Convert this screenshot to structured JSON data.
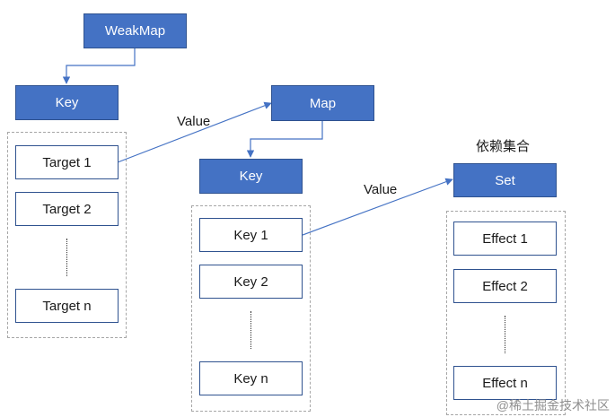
{
  "diagram": {
    "weakmap": "WeakMap",
    "weakmap_key": "Key",
    "targets": [
      "Target 1",
      "Target 2",
      "Target n"
    ],
    "value_label_1": "Value",
    "map": "Map",
    "map_key": "Key",
    "keys": [
      "Key 1",
      "Key 2",
      "Key n"
    ],
    "value_label_2": "Value",
    "dep_set_caption": "依赖集合",
    "set": "Set",
    "effects": [
      "Effect 1",
      "Effect 2",
      "Effect n"
    ]
  },
  "watermark": "@稀土掘金技术社区",
  "colors": {
    "node_fill": "#4472c4",
    "node_border": "#2f528f",
    "arrow": "#4472c4"
  }
}
